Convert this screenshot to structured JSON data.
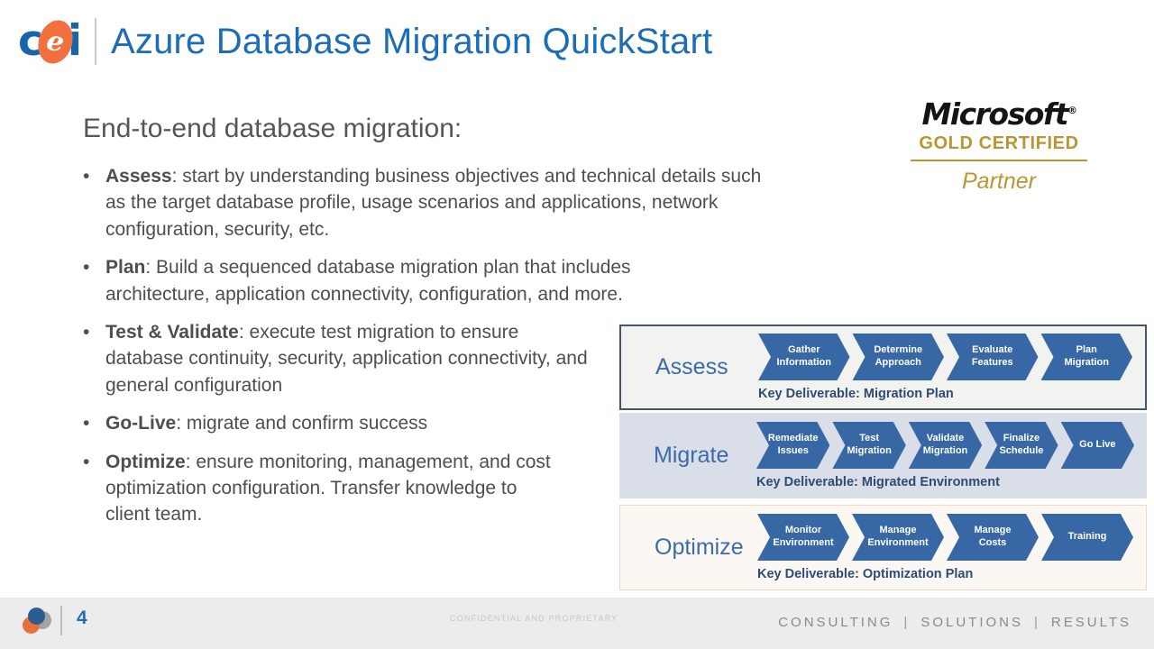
{
  "slide": {
    "title": "Azure Database Migration QuickStart",
    "logo_text": {
      "c": "c",
      "e": "e",
      "i": "i"
    }
  },
  "partner_badge": {
    "brand": "Microsoft",
    "registered": "®",
    "certification": "GOLD CERTIFIED",
    "level": "Partner"
  },
  "body": {
    "heading": "End-to-end database migration:",
    "bullet_marker": "•",
    "bullets": [
      {
        "term": "Assess",
        "rest": ": start by understanding business objectives and technical details such as the target database profile, usage scenarios and applications, network configuration, security, etc."
      },
      {
        "term": "Plan",
        "rest": ": Build a sequenced database migration plan that includes architecture, application connectivity, configuration, and more."
      },
      {
        "term": "Test & Validate",
        "rest": ": execute test migration to ensure database continuity, security, application connectivity, and general configuration"
      },
      {
        "term": "Go-Live",
        "rest": ": migrate and confirm success"
      },
      {
        "term": "Optimize",
        "rest": ": ensure monitoring, management, and cost optimization configuration. Transfer knowledge to client team."
      }
    ]
  },
  "diagram": {
    "rows": [
      {
        "label": "Assess",
        "steps": [
          "Gather\nInformation",
          "Determine\nApproach",
          "Evaluate\nFeatures",
          "Plan\nMigration"
        ],
        "deliverable": "Key Deliverable: Migration Plan"
      },
      {
        "label": "Migrate",
        "steps": [
          "Remediate\nIssues",
          "Test\nMigration",
          "Validate\nMigration",
          "Finalize\nSchedule",
          "Go Live"
        ],
        "deliverable": "Key Deliverable: Migrated Environment"
      },
      {
        "label": "Optimize",
        "steps": [
          "Monitor\nEnvironment",
          "Manage\nEnvironment",
          "Manage\nCosts",
          "Training"
        ],
        "deliverable": "Key Deliverable: Optimization Plan"
      }
    ]
  },
  "footer": {
    "page_number": "4",
    "confidential": "CONFIDENTIAL AND PROPRIETARY",
    "tagline": [
      "CONSULTING",
      "SOLUTIONS",
      "RESULTS"
    ],
    "separator": "|"
  },
  "colors": {
    "title_blue": "#1D6DB5",
    "logo_blue": "#1565AE",
    "logo_orange": "#F2703E",
    "body_text": "#4E4E4E",
    "chevron_blue": "#3768A5",
    "row_label_blue": "#3A6CAC",
    "deliverable_navy": "#2E4B76",
    "gold": "#BC9533",
    "assess_border": "#44546A",
    "migrate_bg": "#D9DEE8",
    "optimize_bg": "#FBF8F4",
    "footer_bg": "#ECECEC"
  }
}
